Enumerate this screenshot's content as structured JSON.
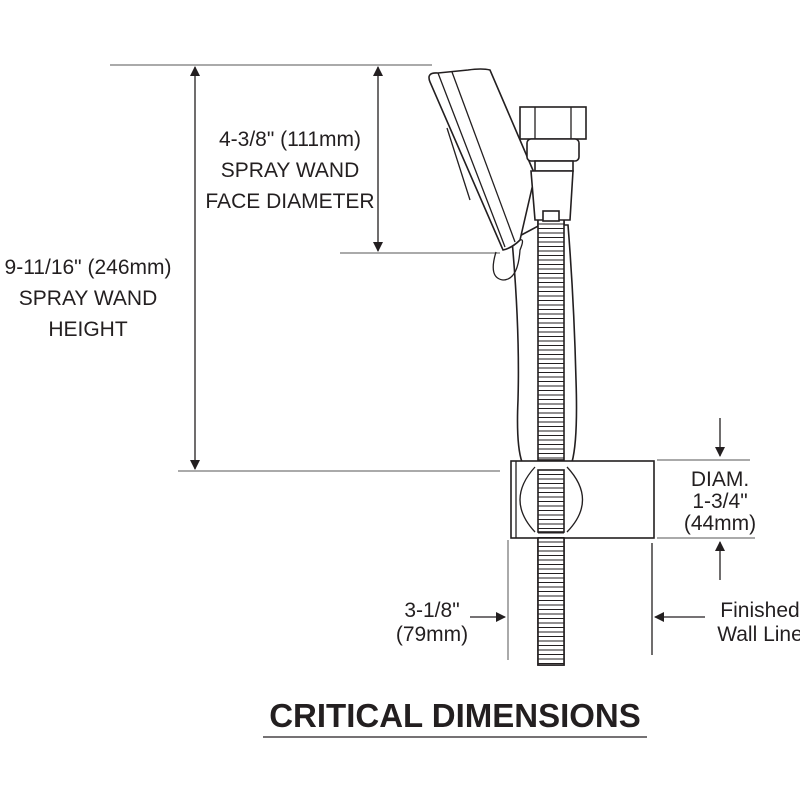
{
  "height_dim": {
    "value": "9-11/16\" (246mm)",
    "line1": "SPRAY WAND",
    "line2": "HEIGHT"
  },
  "face_dim": {
    "value": "4-3/8\" (111mm)",
    "line1": "SPRAY WAND",
    "line2": "FACE DIAMETER"
  },
  "mount_dim": {
    "label": "DIAM.",
    "value": "1-3/4\"",
    "metric": "(44mm)"
  },
  "projection_dim": {
    "value": "3-1/8\"",
    "metric": "(79mm)"
  },
  "wall_label": {
    "line1": "Finished",
    "line2": "Wall Line"
  },
  "title": "CRITICAL DIMENSIONS"
}
